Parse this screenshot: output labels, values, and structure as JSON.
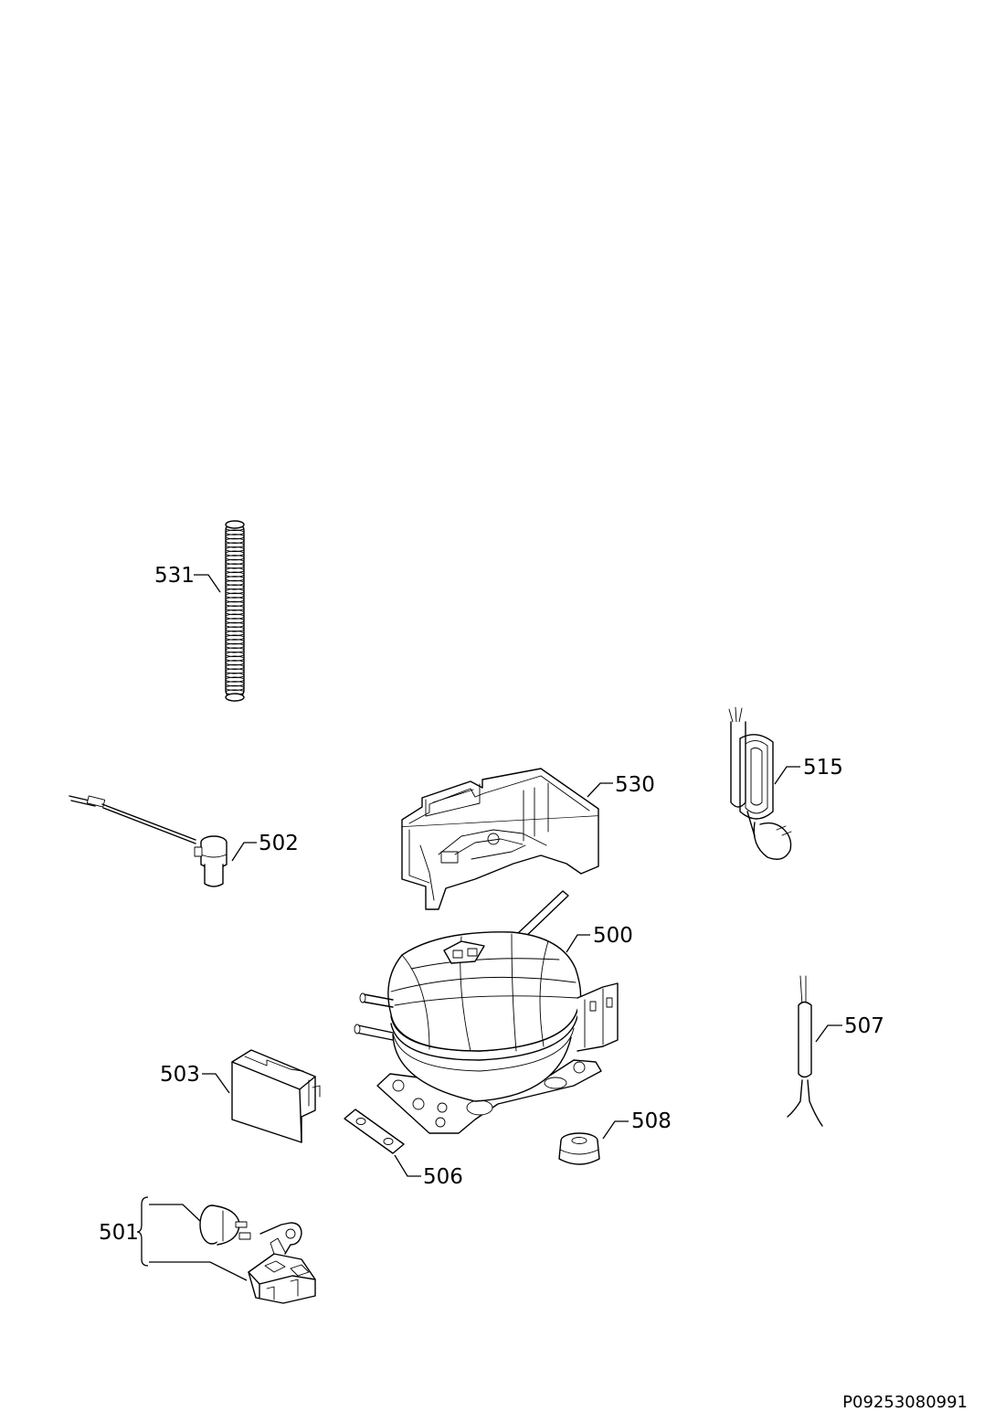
{
  "parts": {
    "p531": "531",
    "p530": "530",
    "p515": "515",
    "p502": "502",
    "p500": "500",
    "p507": "507",
    "p503": "503",
    "p508": "508",
    "p506": "506",
    "p501": "501"
  },
  "document_code": "P09253080991"
}
